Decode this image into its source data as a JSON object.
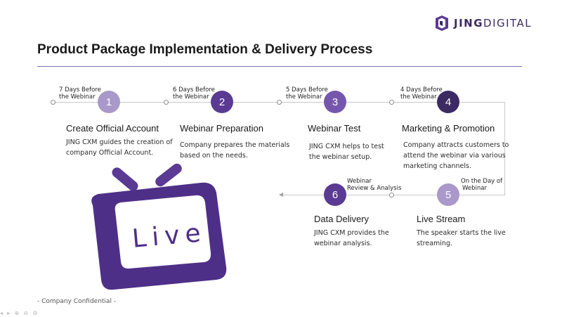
{
  "brand": {
    "name_bold": "JING",
    "name_light": "DIGITAL",
    "color": "#3c2a63"
  },
  "title": "Product Package Implementation & Delivery Process",
  "tv_label": "Live",
  "footer": "- Company Confidential -",
  "colors": {
    "purple_dark": "#3c2a63",
    "purple_mid": "#5a3a93",
    "purple_light": "#a998c9",
    "purple_medium": "#7656ad"
  },
  "steps": [
    {
      "number": "1",
      "timing_line1": "7 Days Before",
      "timing_line2": "the Webinar",
      "title": "Create Official Account",
      "desc_line1": "JING CXM guides the creation of",
      "desc_line2": "company Official Account.",
      "desc_line3": ""
    },
    {
      "number": "2",
      "timing_line1": "6 Days Before",
      "timing_line2": "the Webinar",
      "title": "Webinar Preparation",
      "desc_line1": "Company prepares the materials",
      "desc_line2": "based on the needs.",
      "desc_line3": ""
    },
    {
      "number": "3",
      "timing_line1": "5 Days Before",
      "timing_line2": "the Webinar",
      "title": "Webinar Test",
      "desc_line1": "JING CXM helps to test",
      "desc_line2": "the webinar setup.",
      "desc_line3": ""
    },
    {
      "number": "4",
      "timing_line1": "4 Days Before",
      "timing_line2": "the Webinar",
      "title": "Marketing & Promotion",
      "desc_line1": "Company attracts customers to",
      "desc_line2": "attend the webinar via various",
      "desc_line3": "marketing channels."
    },
    {
      "number": "5",
      "timing_line1": "On the Day of",
      "timing_line2": "Webinar",
      "title": "Live Stream",
      "desc_line1": "The speaker starts the live",
      "desc_line2": "streaming.",
      "desc_line3": ""
    },
    {
      "number": "6",
      "timing_line1": "Webinar",
      "timing_line2": "Review & Analysis",
      "title": "Data Delivery",
      "desc_line1": "JING CXM provides the",
      "desc_line2": "webinar analysis.",
      "desc_line3": ""
    }
  ]
}
